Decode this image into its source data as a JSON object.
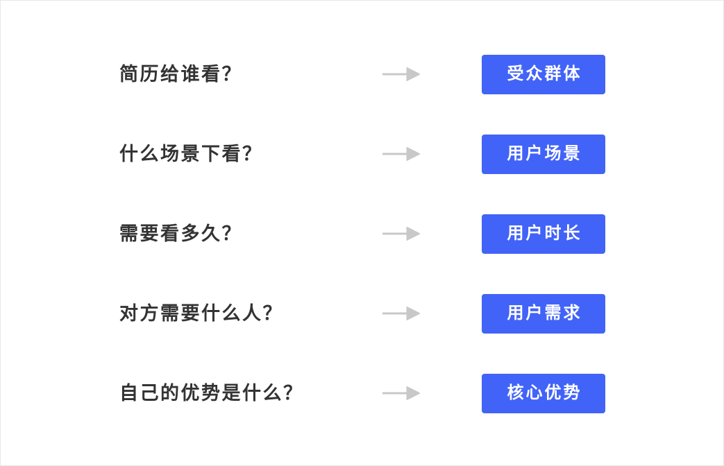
{
  "page": {
    "background_color": "#ffffff",
    "border_color": "#e8e8e8",
    "accent_color": "#4263f7",
    "question_color": "#333333",
    "arrow_color": "#c8c8c8"
  },
  "rows": [
    {
      "question": "简历给谁看？",
      "arrow": "arrow-right-icon",
      "badge": "受众群体"
    },
    {
      "question": "什么场景下看？",
      "arrow": "arrow-right-icon",
      "badge": "用户场景"
    },
    {
      "question": "需要看多久？",
      "arrow": "arrow-right-icon",
      "badge": "用户时长"
    },
    {
      "question": "对方需要什么人？",
      "arrow": "arrow-right-icon",
      "badge": "用户需求"
    },
    {
      "question": "自己的优势是什么？",
      "arrow": "arrow-right-icon",
      "badge": "核心优势"
    }
  ]
}
